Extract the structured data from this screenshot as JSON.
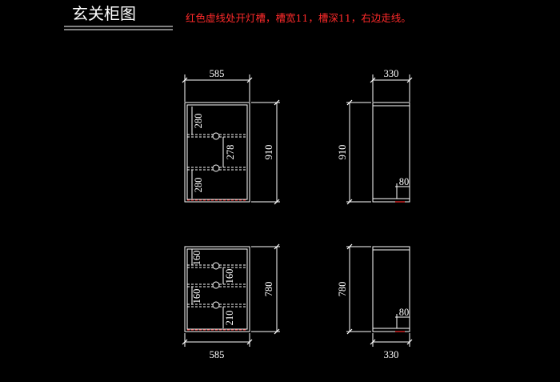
{
  "drawing": {
    "title": "玄关柜图",
    "note": "红色虚线处开灯槽，槽宽11，槽深11，右边走线。"
  },
  "upper_cabinet": {
    "front_width": "585",
    "height": "910",
    "top_shelf_spacing": "280",
    "middle_spacing": "278",
    "bottom_spacing": "280",
    "side_depth": "330",
    "side_height": "910",
    "side_groove": "80"
  },
  "lower_cabinet": {
    "front_width": "585",
    "height": "780",
    "top_spacing": "160",
    "middle_spacing": "160",
    "lower_spacing": "160",
    "bottom_spacing": "210",
    "side_depth": "330",
    "side_height": "780",
    "side_groove": "80"
  },
  "colors": {
    "background": "#000000",
    "lines": "#ffffff",
    "light_groove": "#ff2a2a"
  }
}
